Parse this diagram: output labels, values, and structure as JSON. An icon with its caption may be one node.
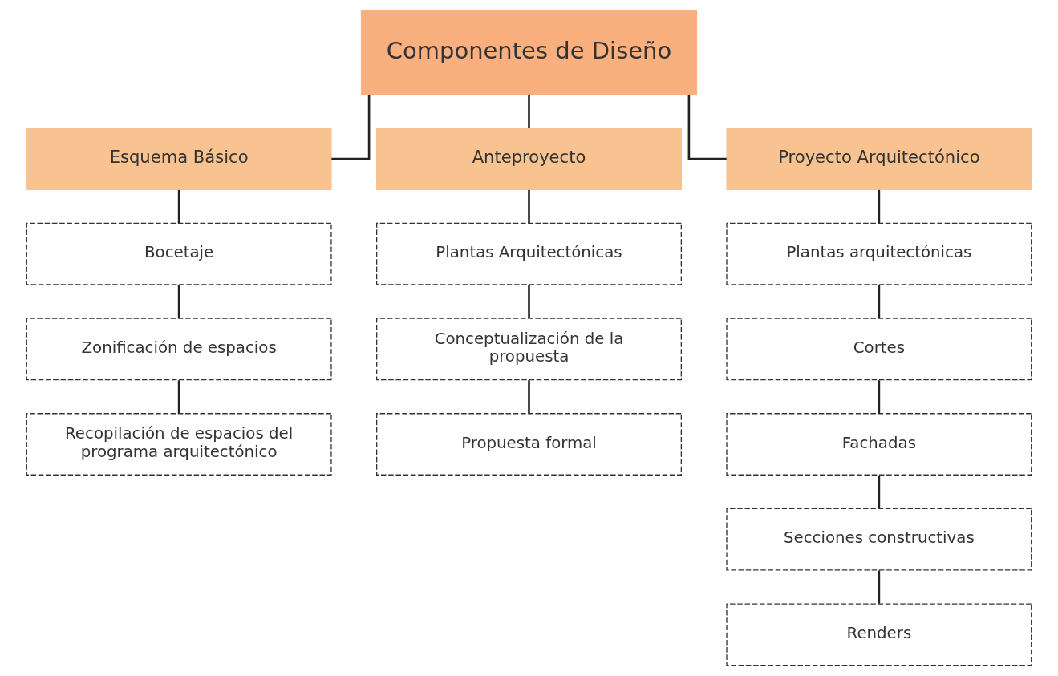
{
  "diagram": {
    "nodes": [
      {
        "text": [
          "Componentes de Diseño"
        ]
      },
      {
        "text": [
          "Esquema Básico"
        ]
      },
      {
        "text": [
          "Anteproyecto"
        ]
      },
      {
        "text": [
          "Proyecto Arquitectónico"
        ]
      },
      {
        "text": [
          "Bocetaje"
        ]
      },
      {
        "text": [
          "Zonificación de espacios"
        ]
      },
      {
        "text": [
          "Recopilación de espacios del programa arquitectónico"
        ]
      },
      {
        "text": [
          "Plantas Arquitectónicas"
        ]
      },
      {
        "text": [
          "Conceptualización de la propuesta"
        ]
      },
      {
        "text": [
          "Propuesta formal"
        ]
      },
      {
        "text": [
          "Plantas arquitectónicas"
        ]
      },
      {
        "text": [
          "Cortes"
        ]
      },
      {
        "text": [
          "Fachadas"
        ]
      },
      {
        "text": [
          "Secciones constructivas"
        ]
      },
      {
        "text": [
          "Renders"
        ]
      }
    ],
    "edges": [
      {
        "from": 0,
        "to": 1,
        "arrow": "none"
      },
      {
        "from": 0,
        "to": 2,
        "arrow": "none"
      },
      {
        "from": 0,
        "to": 3,
        "arrow": "none"
      },
      {
        "from": 1,
        "to": 4,
        "arrow": "none"
      },
      {
        "from": 4,
        "to": 5,
        "arrow": "none"
      },
      {
        "from": 5,
        "to": 6,
        "arrow": "none"
      },
      {
        "from": 2,
        "to": 7,
        "arrow": "none"
      },
      {
        "from": 7,
        "to": 8,
        "arrow": "none"
      },
      {
        "from": 8,
        "to": 9,
        "arrow": "none"
      },
      {
        "from": 3,
        "to": 10,
        "arrow": "none"
      },
      {
        "from": 10,
        "to": 11,
        "arrow": "none"
      },
      {
        "from": 11,
        "to": 12,
        "arrow": "none"
      },
      {
        "from": 12,
        "to": 13,
        "arrow": "none"
      },
      {
        "from": 13,
        "to": 14,
        "arrow": "none"
      }
    ]
  }
}
